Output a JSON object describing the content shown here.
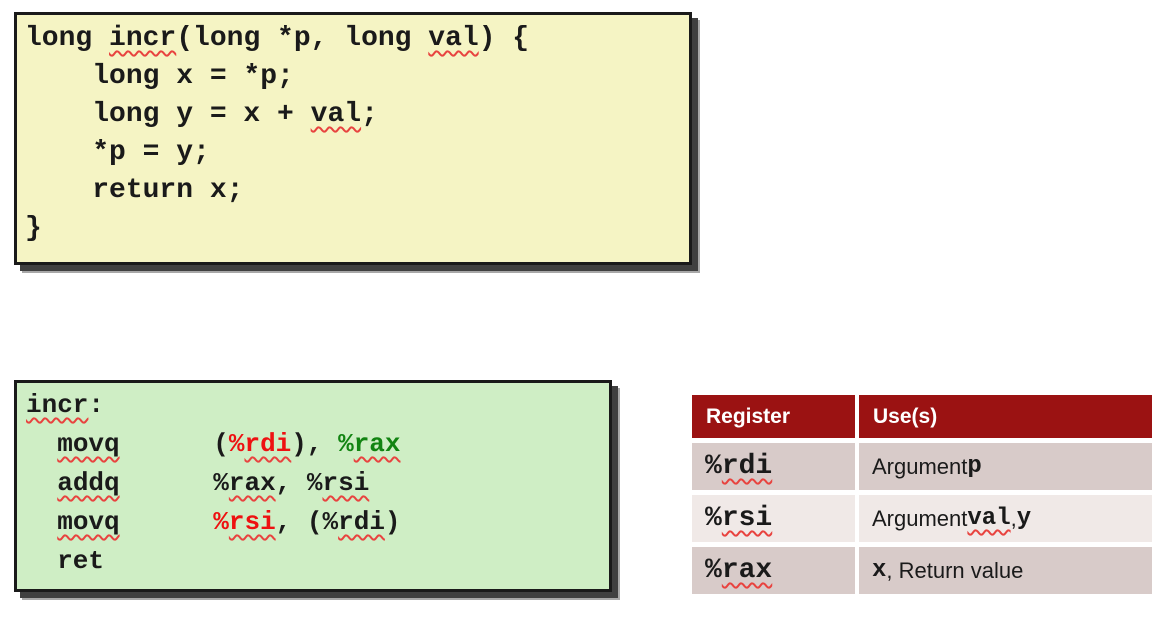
{
  "colors": {
    "c_box_bg": "#F5F4C4",
    "asm_box_bg": "#CFEEC5",
    "box_shadow": "#404040",
    "register_red": "#EE1111",
    "register_green": "#128412",
    "squiggle_red": "#E8433F",
    "table_header_bg": "#9B1212",
    "table_header_text": "#FFFFFF",
    "table_row_odd_bg": "#D8CBC9",
    "table_row_even_bg": "#F0E9E7"
  },
  "c_code_box": {
    "lines": [
      [
        {
          "t": "long "
        },
        {
          "t": "incr",
          "sq": true
        },
        {
          "t": "(long *p, long "
        },
        {
          "t": "val",
          "sq": true
        },
        {
          "t": ") {"
        }
      ],
      [
        {
          "t": "    long x = *p;"
        }
      ],
      [
        {
          "t": "    long y = x + "
        },
        {
          "t": "val",
          "sq": true
        },
        {
          "t": ";"
        }
      ],
      [
        {
          "t": "    *p = y;"
        }
      ],
      [
        {
          "t": "    return x;"
        }
      ],
      [
        {
          "t": "}"
        }
      ]
    ]
  },
  "asm_code_box": {
    "lines": [
      [
        {
          "t": "incr",
          "sq": true
        },
        {
          "t": ":"
        }
      ],
      [
        {
          "t": "  "
        },
        {
          "t": "movq",
          "sq": true
        },
        {
          "t": "      ("
        },
        {
          "t": "%",
          "c": "red"
        },
        {
          "t": "rdi",
          "c": "red",
          "sq": true
        },
        {
          "t": "), "
        },
        {
          "t": "%",
          "c": "green"
        },
        {
          "t": "rax",
          "c": "green",
          "sq": true
        }
      ],
      [
        {
          "t": "  "
        },
        {
          "t": "addq",
          "sq": true
        },
        {
          "t": "      %"
        },
        {
          "t": "rax",
          "sq": true
        },
        {
          "t": ", %"
        },
        {
          "t": "rsi",
          "sq": true
        }
      ],
      [
        {
          "t": "  "
        },
        {
          "t": "movq",
          "sq": true
        },
        {
          "t": "      "
        },
        {
          "t": "%",
          "c": "red"
        },
        {
          "t": "rsi",
          "c": "red",
          "sq": true
        },
        {
          "t": ", (%"
        },
        {
          "t": "rdi",
          "sq": true
        },
        {
          "t": ")"
        }
      ],
      [
        {
          "t": "  ret"
        }
      ]
    ]
  },
  "register_table": {
    "headers": [
      "Register",
      "Use(s)"
    ],
    "rows": [
      {
        "register": [
          {
            "t": "%"
          },
          {
            "t": "rdi",
            "sq": true
          }
        ],
        "use": [
          {
            "t": "Argument ",
            "f": "sans"
          },
          {
            "t": "p",
            "f": "mono"
          }
        ]
      },
      {
        "register": [
          {
            "t": "%"
          },
          {
            "t": "rsi",
            "sq": true
          }
        ],
        "use": [
          {
            "t": "Argument ",
            "f": "sans"
          },
          {
            "t": "val",
            "f": "mono",
            "sq": true
          },
          {
            "t": ", ",
            "f": "sans"
          },
          {
            "t": "y",
            "f": "mono"
          }
        ]
      },
      {
        "register": [
          {
            "t": "%"
          },
          {
            "t": "rax",
            "sq": true
          }
        ],
        "use": [
          {
            "t": "x",
            "f": "mono"
          },
          {
            "t": ", Return value",
            "f": "sans"
          }
        ]
      }
    ]
  }
}
